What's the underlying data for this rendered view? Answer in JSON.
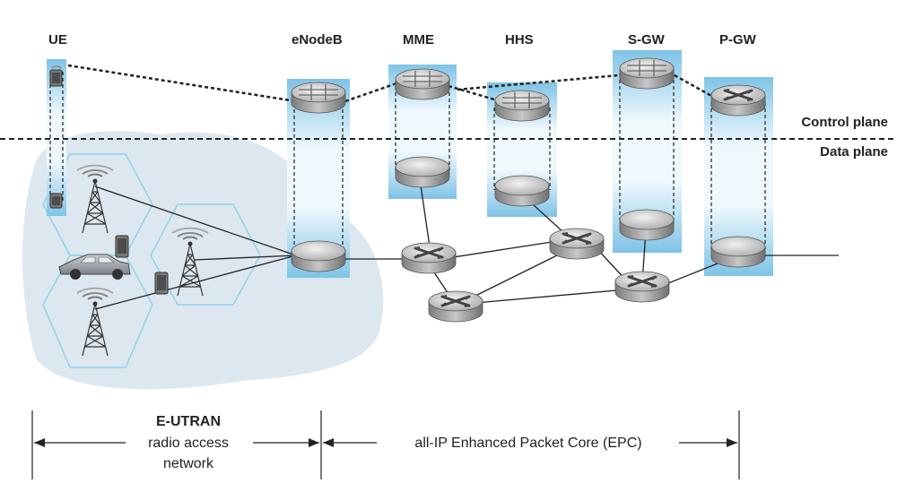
{
  "node_labels": {
    "ue": "UE",
    "enodeb": "eNodeB",
    "mme": "MME",
    "hhs": "HHS",
    "sgw": "S-GW",
    "pgw": "P-GW"
  },
  "planes": {
    "control": "Control plane",
    "data": "Data plane"
  },
  "bottom": {
    "eutran_title": "E-UTRAN",
    "eutran_line1": "radio access",
    "eutran_line2": "network",
    "epc": "all-IP Enhanced Packet Core (EPC)"
  },
  "colors": {
    "cloud": "#dde7ef",
    "hex_border": "#8fd3ea",
    "column_top": "#7fc3e6",
    "column_mid": "#eef8fd",
    "device_gray": "#a9a9a9"
  }
}
